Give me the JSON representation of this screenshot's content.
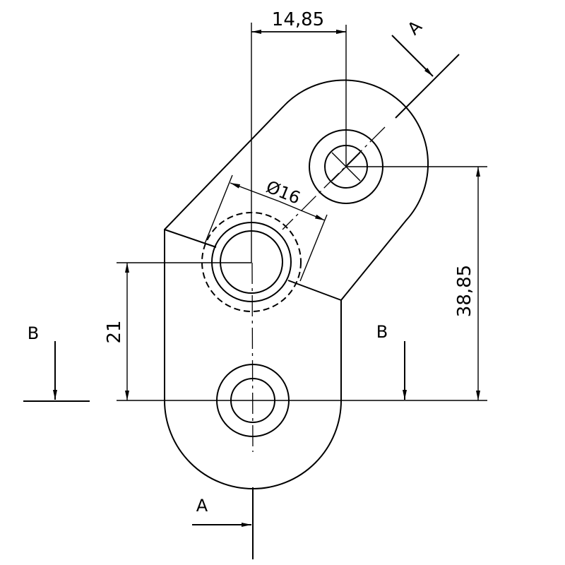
{
  "drawing": {
    "dimensions": {
      "hole_spacing_horizontal": "14,85",
      "hole_diameter": "Ø16",
      "hole_spacing_vertical": "38,85",
      "lower_spacing": "21"
    },
    "section_labels": {
      "section_a_top": "A",
      "section_a_bottom": "A",
      "section_b_left": "B",
      "section_b_right": "B"
    }
  }
}
